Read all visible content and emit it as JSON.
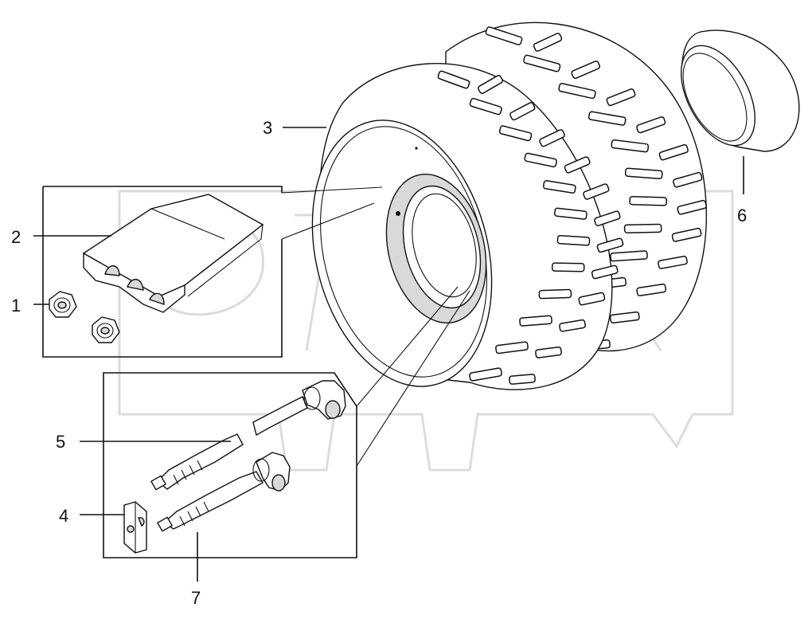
{
  "diagram": {
    "callouts": [
      {
        "id": "1",
        "label": "1"
      },
      {
        "id": "2",
        "label": "2"
      },
      {
        "id": "3",
        "label": "3"
      },
      {
        "id": "4",
        "label": "4"
      },
      {
        "id": "5",
        "label": "5"
      },
      {
        "id": "6",
        "label": "6"
      },
      {
        "id": "7",
        "label": "7"
      }
    ],
    "watermark": "OPEX",
    "colors": {
      "line": "#111111",
      "background": "#ffffff",
      "tire_shade": "#d9d9d9",
      "watermark": "#cfcfcf"
    }
  }
}
